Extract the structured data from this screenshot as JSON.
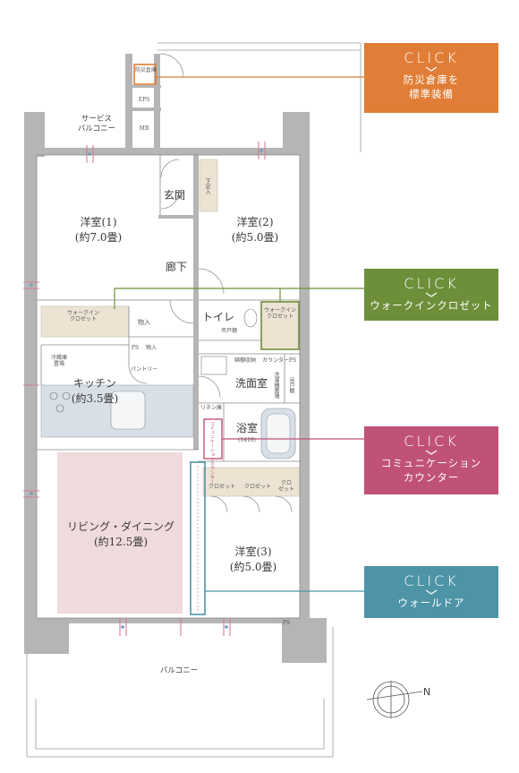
{
  "buttons": [
    {
      "id": "bousai",
      "click": "CLICK",
      "lines": [
        "防災倉庫を",
        "標準装備"
      ],
      "color": "#e07d36"
    },
    {
      "id": "walkin",
      "click": "CLICK",
      "lines": [
        "ウォークインクロゼット"
      ],
      "color": "#6d8f3a"
    },
    {
      "id": "community",
      "click": "CLICK",
      "lines": [
        "コミュニケーション",
        "カウンター"
      ],
      "color": "#c05275"
    },
    {
      "id": "walldoor",
      "click": "CLICK",
      "lines": [
        "ウォールドア"
      ],
      "color": "#4d94a7"
    }
  ],
  "labels": {
    "bousai_storage": "防災倉庫",
    "eps": "EPS",
    "mb": "MB",
    "service_balcony": [
      "サービス",
      "バルコニー"
    ],
    "genkan": "玄関",
    "shoe_box": "下足入",
    "room1": [
      "洋室(1)",
      "(約7.0畳)"
    ],
    "room2": [
      "洋室(2)",
      "(約5.0畳)"
    ],
    "hallway": "廊下",
    "walkin_closet_left": [
      "ウォークイン",
      "クロゼット"
    ],
    "storage_a": "物入",
    "storage_b": "物入",
    "ps_a": "PS",
    "toilet": "トイレ",
    "toilet_shelf": "吊戸棚",
    "walkin_closet_right": [
      "ウォークイン",
      "クロゼット"
    ],
    "fridge": [
      "冷蔵庫",
      "置場"
    ],
    "pantry": "パントリー",
    "laundry_rack": "綿棚収納",
    "counter_small": "カウンター",
    "ps_b": "PS",
    "kitchen": [
      "キッチン",
      "(約3.5畳)"
    ],
    "washroom": "洗面室",
    "wash_storage": "洗濯機置場",
    "hanging_cabinet": "吊戸棚",
    "linen": "リネン庫",
    "comm_counter": "コミュニケーションカウンター",
    "bathroom": "浴室",
    "bath_size": "(1418)",
    "closet_a": "クロゼット",
    "closet_b": "クロゼット",
    "closet_c": [
      "クロ",
      "ゼット"
    ],
    "living": [
      "リビング・ダイニング",
      "(約12.5畳)"
    ],
    "room3": [
      "洋室(3)",
      "(約5.0畳)"
    ],
    "ps_c": "PS",
    "balcony": "バルコニー",
    "compass": "N"
  },
  "colors": {
    "wall": "#b5b5b5",
    "wall_dark": "#a6a6a6",
    "storage_fill": "#ece3d3",
    "living_fill": "#efdadc",
    "highlight_orange": "#e07d36",
    "highlight_green": "#6d8f3a",
    "highlight_pink": "#c05275",
    "highlight_teal": "#4d94a7",
    "counter_fill": "#d9dfe6"
  }
}
